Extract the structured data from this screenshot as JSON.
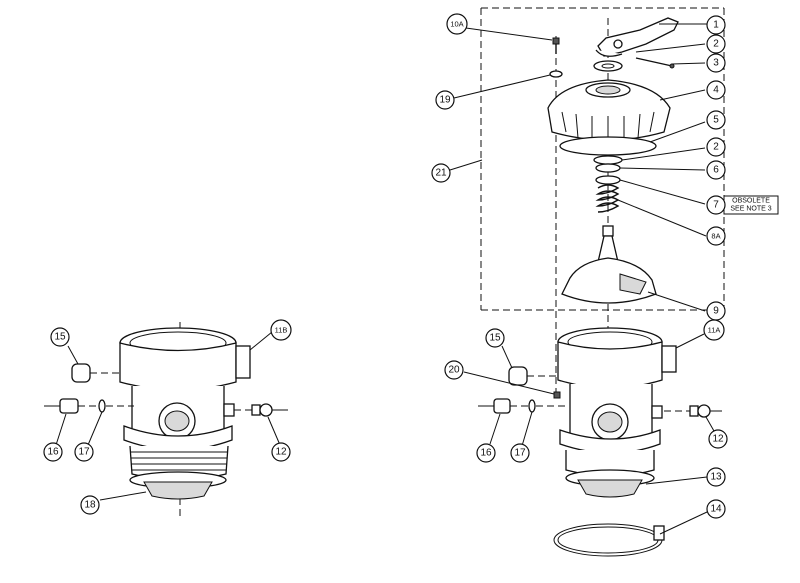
{
  "callouts": {
    "c1": "1",
    "c2a": "2",
    "c3": "3",
    "c4": "4",
    "c5": "5",
    "c2b": "2",
    "c6": "6",
    "c7": "7",
    "c8a": "8A",
    "c9": "9",
    "c10a": "10A",
    "c19": "19",
    "c21": "21",
    "c11a": "11A",
    "c15r": "15",
    "c20": "20",
    "c16r": "16",
    "c17r": "17",
    "c12r": "12",
    "c13": "13",
    "c14": "14",
    "c11b": "11B",
    "c15l": "15",
    "c16l": "16",
    "c17l": "17",
    "c12l": "12",
    "c18": "18"
  },
  "note": {
    "line1": "OBSOLETE",
    "line2": "SEE NOTE 3"
  }
}
